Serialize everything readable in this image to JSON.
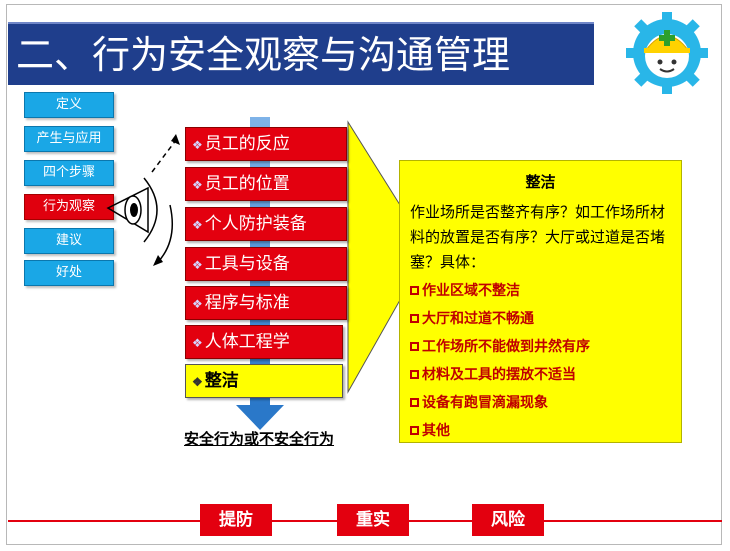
{
  "header": {
    "title": "二、行为安全观察与沟通管理"
  },
  "sidebar": {
    "items": [
      {
        "label": "定义",
        "active": false
      },
      {
        "label": "产生与应用",
        "active": false
      },
      {
        "label": "四个步骤",
        "active": false
      },
      {
        "label": "行为观察",
        "active": true
      },
      {
        "label": "建议",
        "active": false
      },
      {
        "label": "好处",
        "active": false
      }
    ]
  },
  "categories": [
    {
      "label": "员工的反应",
      "style": "red"
    },
    {
      "label": "员工的位置",
      "style": "red"
    },
    {
      "label": "个人防护装备",
      "style": "red"
    },
    {
      "label": "工具与设备",
      "style": "red"
    },
    {
      "label": "程序与标准",
      "style": "red"
    },
    {
      "label": "人体工程学",
      "style": "red"
    },
    {
      "label": "整洁",
      "style": "yellow"
    }
  ],
  "bullet_glyph": "❖",
  "result_label": "安全行为或不安全行为",
  "detail": {
    "title": "整洁",
    "body": "作业场所是否整齐有序？如工作场所材料的放置是否有序？大厅或过道是否堵塞？具体：",
    "items": [
      "作业区域不整洁",
      "大厅和过道不畅通",
      "工作场所不能做到井然有序",
      "材料及工具的摆放不适当",
      "设备有跑冒滴漏现象",
      "其他"
    ]
  },
  "bottom": {
    "buttons": [
      "提防",
      "重实",
      "风险"
    ]
  },
  "colors": {
    "title_bg": "#1f3e8c",
    "accent_red": "#e3000f",
    "button_blue": "#1aa7e6",
    "highlight_yellow": "#ffff00"
  },
  "icons": {
    "mascot": "safety-helmet-mascot-icon",
    "eye": "eye-icon"
  }
}
